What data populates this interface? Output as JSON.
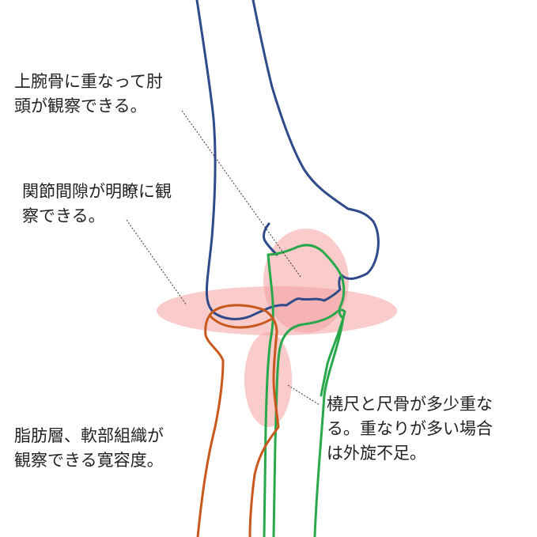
{
  "annotations": [
    {
      "id": "humeral-head-note",
      "lines": [
        "上腕骨に重なって肘",
        "頭が観察できる。"
      ]
    },
    {
      "id": "joint-space-note",
      "lines": [
        "関節間隙が明瞭に観",
        "察できる。"
      ]
    },
    {
      "id": "radius-ulna-overlap-note",
      "lines": [
        "橈尺と尺骨が多少重な",
        "る。重なりが多い場合",
        "は外旋不足。"
      ]
    },
    {
      "id": "soft-tissue-note",
      "lines": [
        "脂肪層、軟部組織が",
        "観察できる寛容度。"
      ]
    }
  ],
  "colors": {
    "humerus": "#2e4a8a",
    "ulna": "#27a84a",
    "radius": "#c8581c",
    "highlight": "#f4a0a0",
    "text": "#222222",
    "leader": "#333333"
  }
}
